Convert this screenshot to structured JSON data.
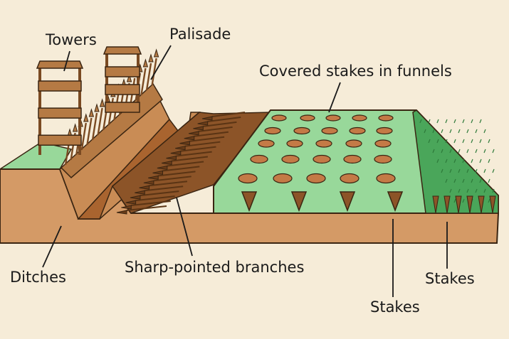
{
  "labels": {
    "towers": "Towers",
    "palisade": "Palisade",
    "covered_stakes": "Covered stakes in funnels",
    "ditches": "Ditches",
    "branches": "Sharp-pointed branches",
    "stakes_center": "Stakes",
    "stakes_right": "Stakes"
  },
  "colors": {
    "background": "#f6ecd8",
    "earth_front": "#d49a66",
    "earth_top": "#c98c55",
    "ditch_shadow": "#a9642f",
    "wood": "#b57a44",
    "wood_dark": "#7a4a22",
    "field_light": "#98d89a",
    "field_dark": "#4aa65a",
    "hole": "#c47a46",
    "outline": "#3a2512"
  }
}
